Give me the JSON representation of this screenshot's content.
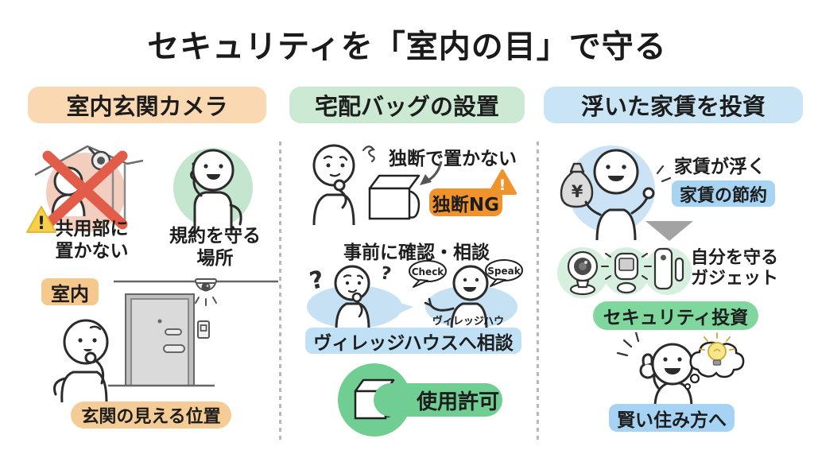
{
  "title": "セキュリティを「室内の目」で守る",
  "col1": {
    "header": "室内玄関カメラ",
    "ng_caption_l1": "共用部に",
    "ng_caption_l2": "置かない",
    "ok_caption_l1": "規約を守る",
    "ok_caption_l2": "場所",
    "indoor_badge": "室内",
    "bottom_badge": "玄関の見える位置",
    "warning_mark": "!"
  },
  "col2": {
    "header": "宅配バッグの設置",
    "warn_text": "独断で置かない",
    "ng_badge": "独断NG",
    "ng_mark": "!",
    "confirm_text": "事前に確認・相談",
    "check_bubble": "Check",
    "speak_bubble": "Speak",
    "village_label": "ヴィレッジハウス",
    "consult_badge": "ヴィレッジハウスへ相談",
    "permit_badge": "使用許可"
  },
  "col3": {
    "header": "浮いた家賃を投資",
    "save_text": "家賃が浮く",
    "save_badge": "家賃の節約",
    "yen_mark": "¥",
    "gadget_l1": "自分を守る",
    "gadget_l2": "ガジェット",
    "invest_badge": "セキュリティ投資",
    "smart_badge": "賢い住み方へ"
  },
  "colors": {
    "col1_header_bg": "#F9D8B2",
    "col1_badge_bg": "#F5C88E",
    "col1_circle_ng": "#F3CEBF",
    "col1_circle_ok": "#C5E6CE",
    "cross_red": "#E25C4A",
    "warning_yellow": "#F8CF4A",
    "col2_header_bg": "#CBE9D3",
    "ng_orange": "#F0932C",
    "speech_blue": "#C6E1F3",
    "consult_blue": "#C0E0F5",
    "permit_green": "#70CE92",
    "col3_header_bg": "#C9E4F4",
    "save_blue": "#A6D4F2",
    "gadget_green": "#D7EFDF",
    "invest_green": "#80D79E",
    "smart_blue": "#A6D3F3",
    "arrow_gray": "#A3A3A3",
    "bulb_yellow": "#F8E68A"
  }
}
